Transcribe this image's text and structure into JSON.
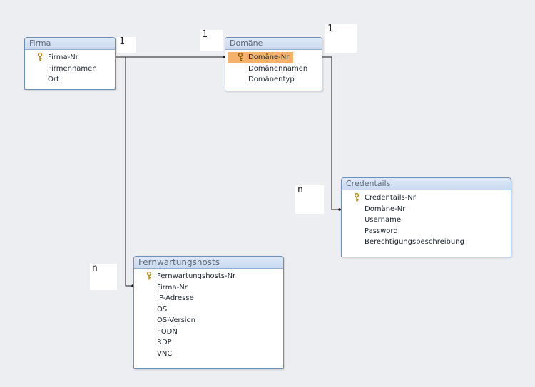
{
  "tables": [
    {
      "id": "firma",
      "title": "Firma",
      "fields": [
        {
          "label": "Firma-Nr",
          "key": true
        },
        {
          "label": "Firmennamen"
        },
        {
          "label": "Ort"
        }
      ]
    },
    {
      "id": "domaene",
      "title": "Domäne",
      "fields": [
        {
          "label": "Domäne-Nr",
          "key": true,
          "selected": true
        },
        {
          "label": "Domänennamen"
        },
        {
          "label": "Domänentyp"
        }
      ]
    },
    {
      "id": "credentails",
      "title": "Credentails",
      "fields": [
        {
          "label": "Credentails-Nr",
          "key": true
        },
        {
          "label": "Domäne-Nr"
        },
        {
          "label": "Username"
        },
        {
          "label": "Password"
        },
        {
          "label": "Berechtigungsbeschreibung"
        }
      ]
    },
    {
      "id": "fernwartungshosts",
      "title": "Fernwartungshosts",
      "fields": [
        {
          "label": "Fernwartungshosts-Nr",
          "key": true
        },
        {
          "label": "Firma-Nr"
        },
        {
          "label": "IP-Adresse"
        },
        {
          "label": "OS"
        },
        {
          "label": "OS-Version"
        },
        {
          "label": "FQDN"
        },
        {
          "label": "RDP"
        },
        {
          "label": "VNC"
        }
      ]
    }
  ],
  "cardinality": {
    "firma_one": "1",
    "domaene_one_left": "1",
    "domaene_one_right": "1",
    "credentails_many": "n",
    "fernwartung_many": "n"
  },
  "colors": {
    "selected_row": "#f6b26b",
    "title_bar": "#c9daf0",
    "border": "#6e8fb8"
  },
  "icons": {
    "primary_key": "key-icon"
  }
}
